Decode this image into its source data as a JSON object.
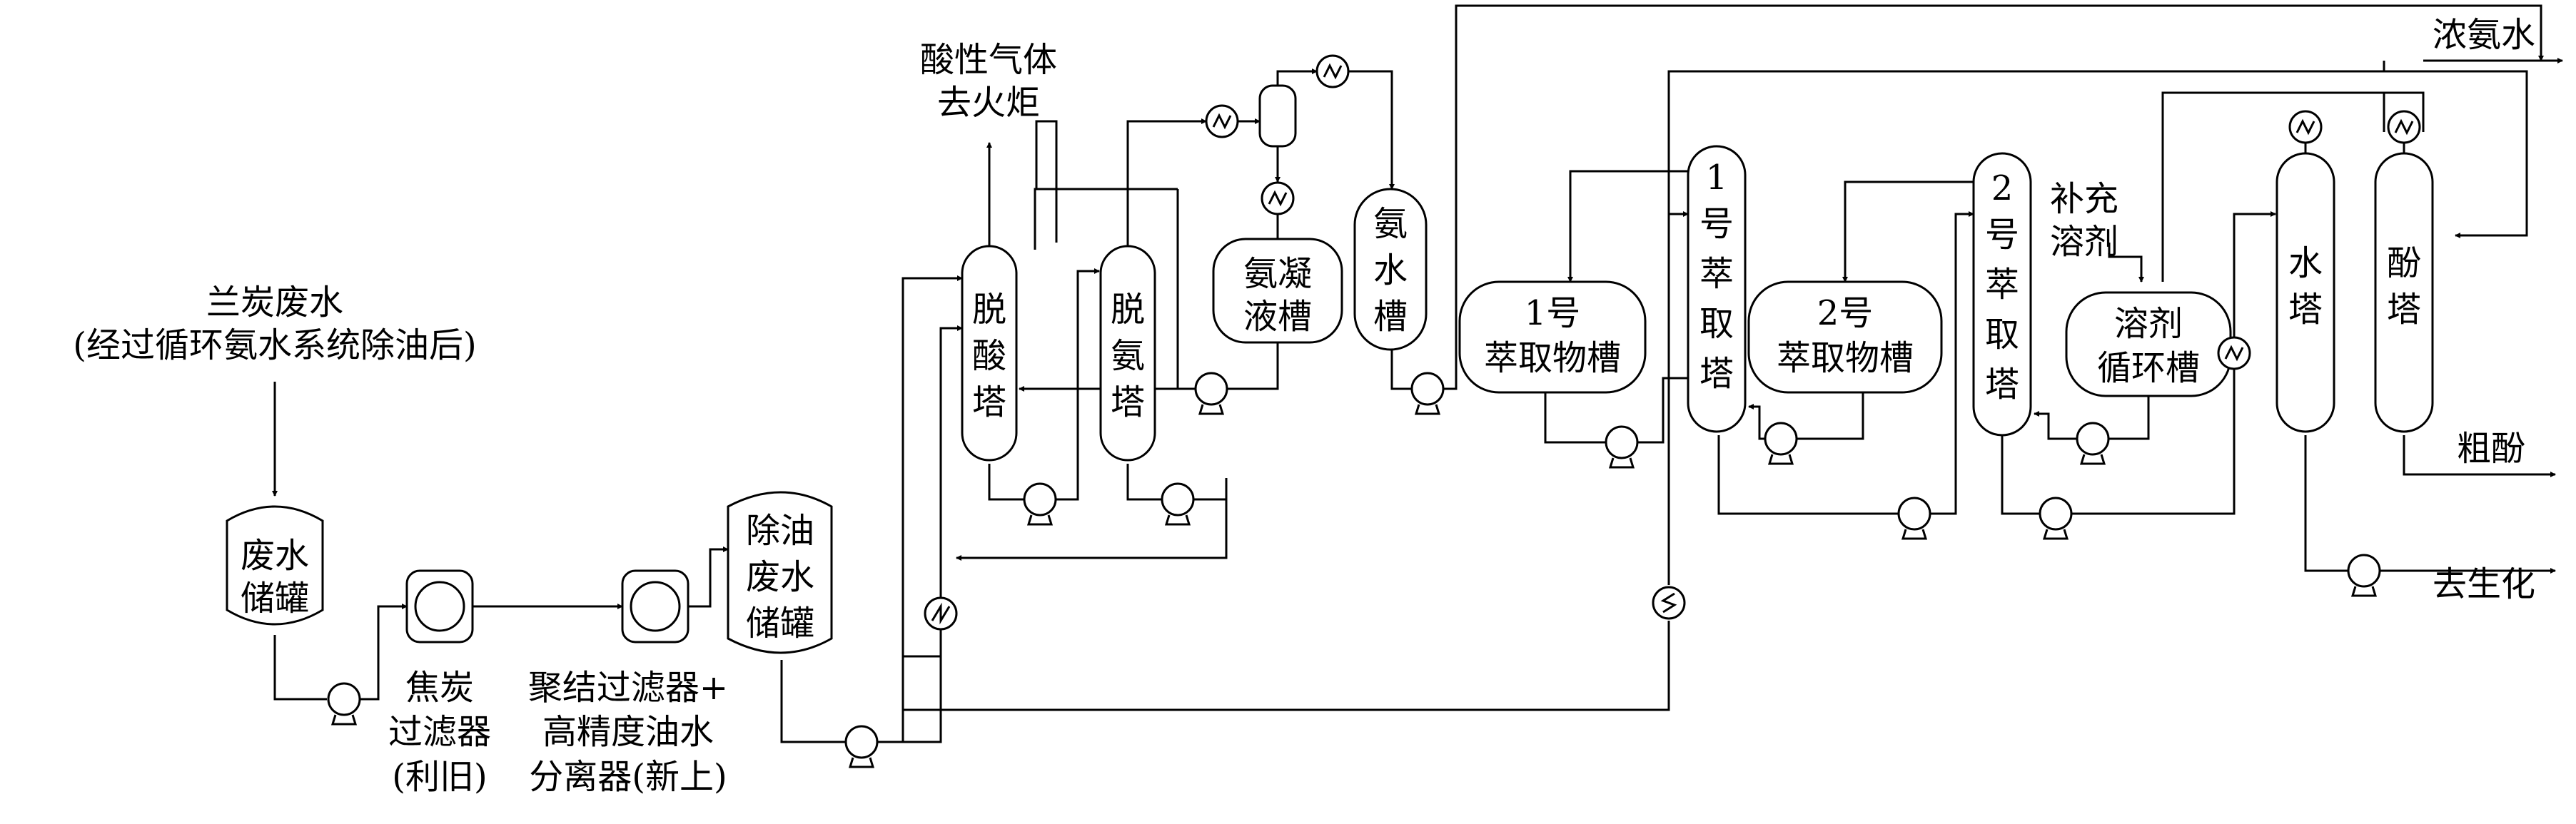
{
  "diagram": {
    "feed": {
      "line1": "兰炭废水",
      "line2": "(经过循环氨水系统除油后)"
    },
    "acid_gas": {
      "line1": "酸性气体",
      "line2": "去火炬"
    },
    "conc_ammonia": "浓氨水",
    "crude_phenol": "粗酚",
    "to_biochem": "去生化",
    "equipment": {
      "waste_tank": [
        "废水",
        "储罐"
      ],
      "coke_filter": [
        "焦炭",
        "过滤器",
        "(利旧)"
      ],
      "coalescer": [
        "聚结过滤器+",
        "高精度油水",
        "分离器(新上)"
      ],
      "deoiled_tank": [
        "除油",
        "废水",
        "储罐"
      ],
      "deacid_tower": [
        "脱",
        "酸",
        "塔"
      ],
      "deammonia_tower": [
        "脱",
        "氨",
        "塔"
      ],
      "ammonia_cond_tank": [
        "氨凝",
        "液槽"
      ],
      "ammonia_water_tank": [
        "氨",
        "水",
        "槽"
      ],
      "extract1_tank": [
        "1号",
        "萃取物槽"
      ],
      "extractor1": [
        "1",
        "号",
        "萃",
        "取",
        "塔"
      ],
      "extract2_tank": [
        "2号",
        "萃取物槽"
      ],
      "extractor2": [
        "2",
        "号",
        "萃",
        "取",
        "塔"
      ],
      "solvent_makeup": [
        "补充",
        "溶剂"
      ],
      "solvent_tank": [
        "溶剂",
        "循环槽"
      ],
      "water_tower": [
        "水",
        "塔"
      ],
      "phenol_tower": [
        "酚",
        "塔"
      ]
    }
  }
}
